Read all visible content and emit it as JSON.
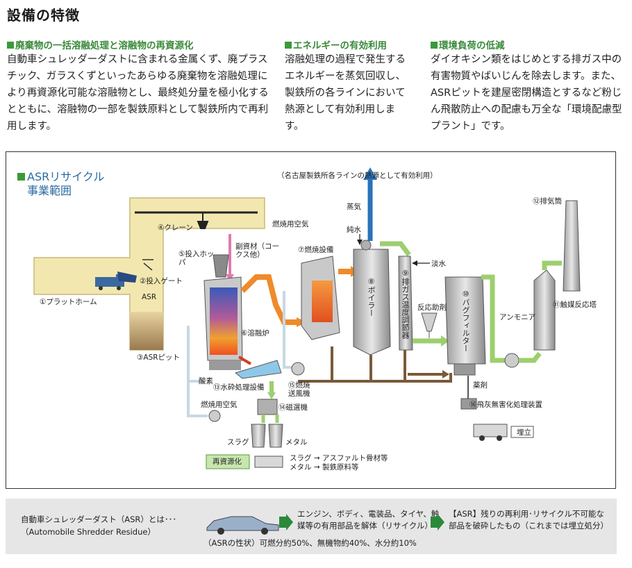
{
  "page": {
    "title": "設備の特徴"
  },
  "sections": [
    {
      "heading": "廃棄物の一括溶融処理と溶融物の再資源化",
      "body": "自動車シュレッダーダストに含まれる金属くず、廃プラスチック、ガラスくずといったあらゆる廃棄物を溶融処理により再資源化可能な溶融物とし、最終処分量を極小化するとともに、溶融物の一部を製鉄原料として製鉄所内で再利用します。"
    },
    {
      "heading": "エネルギーの有効利用",
      "body": "溶融処理の過程で発生するエネルギーを蒸気回収し、製鉄所の各ラインにおいて熱源として有効利用します。"
    },
    {
      "heading": "環境負荷の低減",
      "body": "ダイオキシン類をはじめとする排ガス中の有害物質やばいじんを除去します。また、ASRピットを建屋密閉構造とするなど粉じん飛散防止への配慮も万全な「環境配慮型プラント」です。"
    }
  ],
  "diagram": {
    "scope_title_1": "ASRリサイクル",
    "scope_title_2": "事業範囲",
    "top_note": "（名古屋製鉄所各ラインの熱源として有効利用）",
    "labels": {
      "platform": "①プラットホーム",
      "gate": "②投入ゲート",
      "pit": "③ASRピット",
      "crane": "④クレーン",
      "hopper": "⑤投入ホッパ",
      "furnace": "⑥溶融炉",
      "combustion": "⑦燃焼設備",
      "boiler": "⑧ボイラー",
      "gas_temp": "⑨排ガス温度調節器",
      "bagfilter": "⑩バグフィルター",
      "catalyst": "⑪触媒反応塔",
      "stack": "⑫排気筒",
      "water_granulation": "⑬水砕処理設備",
      "magnetic": "⑭磁選機",
      "blower": "⑮燃焼送風機",
      "flyash": "⑯飛灰無害化処理装置",
      "asr": "ASR",
      "combustion_air": "燃焼用空気",
      "submaterial": "副資材（コークス他）",
      "steam": "蒸気",
      "pure_water": "純水",
      "fresh_water": "淡水",
      "reaction_aid": "反応助剤",
      "ammonia": "アンモニア",
      "chemical": "薬剤",
      "oxygen": "酸素",
      "combustion_air2": "燃焼用空気",
      "slag": "スラグ",
      "metal": "メタル",
      "recycle": "再資源化",
      "landfill": "埋立",
      "slag_use": "スラグ → アスファルト骨材等",
      "metal_use": "メタル → 製鉄原料等"
    }
  },
  "footer": {
    "asr_definition": "自動車シュレッダーダスト（ASR）とは･･･",
    "asr_english": "（Automobile Shredder Residue）",
    "step1_line1": "エンジン、ボディ、電装品、タイヤ、触",
    "step1_line2": "媒等の有用部品を解体（リサイクル）",
    "step2_line1": "【ASR】残りの再利用･リサイクル不可能な",
    "step2_line2": "部品を破砕したもの（これまでは埋立処分）",
    "properties": "（ASRの性状）可燃分約50%、無機物約40%、水分約10%"
  },
  "colors": {
    "section_heading": "#3a8a3a",
    "scope_title": "#2a6aa0",
    "building": "#f3e7b0",
    "arrow_green": "#9ccf6e",
    "arrow_orange": "#ef8a2a",
    "steam_blue": "#2a72b8"
  }
}
